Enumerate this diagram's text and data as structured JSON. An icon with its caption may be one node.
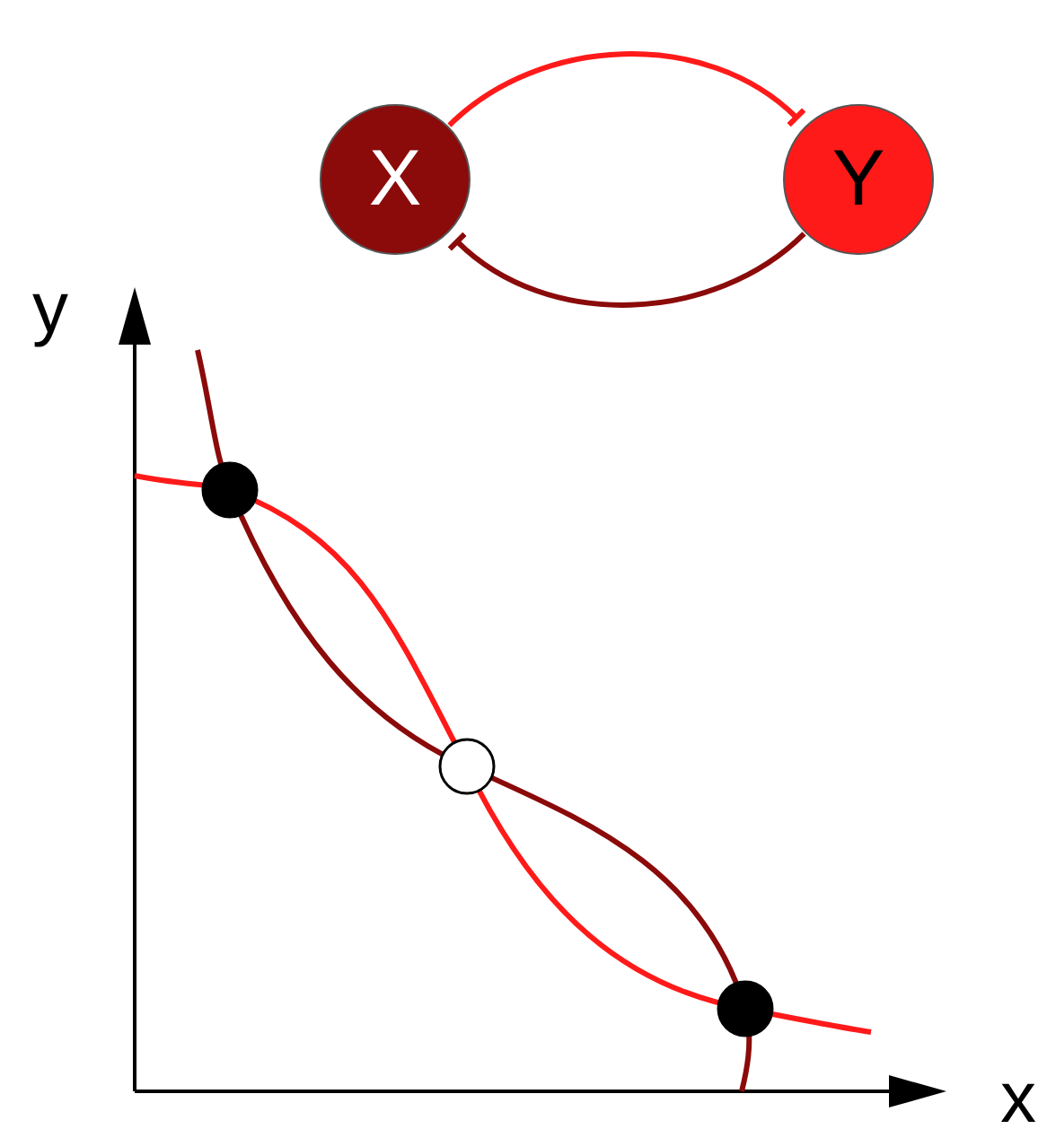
{
  "diagram": {
    "nodes": [
      {
        "text": [
          "X"
        ]
      },
      {
        "text": [
          "Y"
        ]
      }
    ],
    "edges": [
      {
        "from": 0,
        "to": 1,
        "arrow": "other",
        "color": "#ff1a1a"
      },
      {
        "from": 1,
        "to": 0,
        "arrow": "other",
        "color": "#8b0a0a"
      }
    ],
    "labels": [
      "y",
      "x"
    ]
  }
}
